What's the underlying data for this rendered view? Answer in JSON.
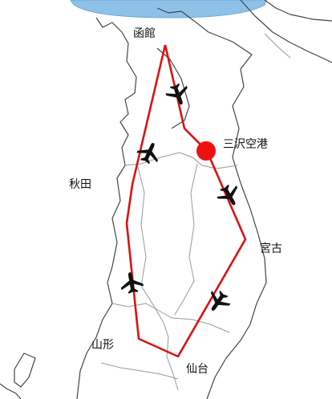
{
  "colors": {
    "route": "#dd1111",
    "hub": "#ee1111",
    "coast": "#444444",
    "border": "#999999",
    "banner": "#8ec1e8",
    "plane": "#111111"
  },
  "icon": "airplane-icon",
  "places": {
    "hakodate": "函館",
    "misawa": "三沢空港",
    "akita": "秋田",
    "miyako": "宮古",
    "yamagata": "山形",
    "sendai": "仙台"
  }
}
